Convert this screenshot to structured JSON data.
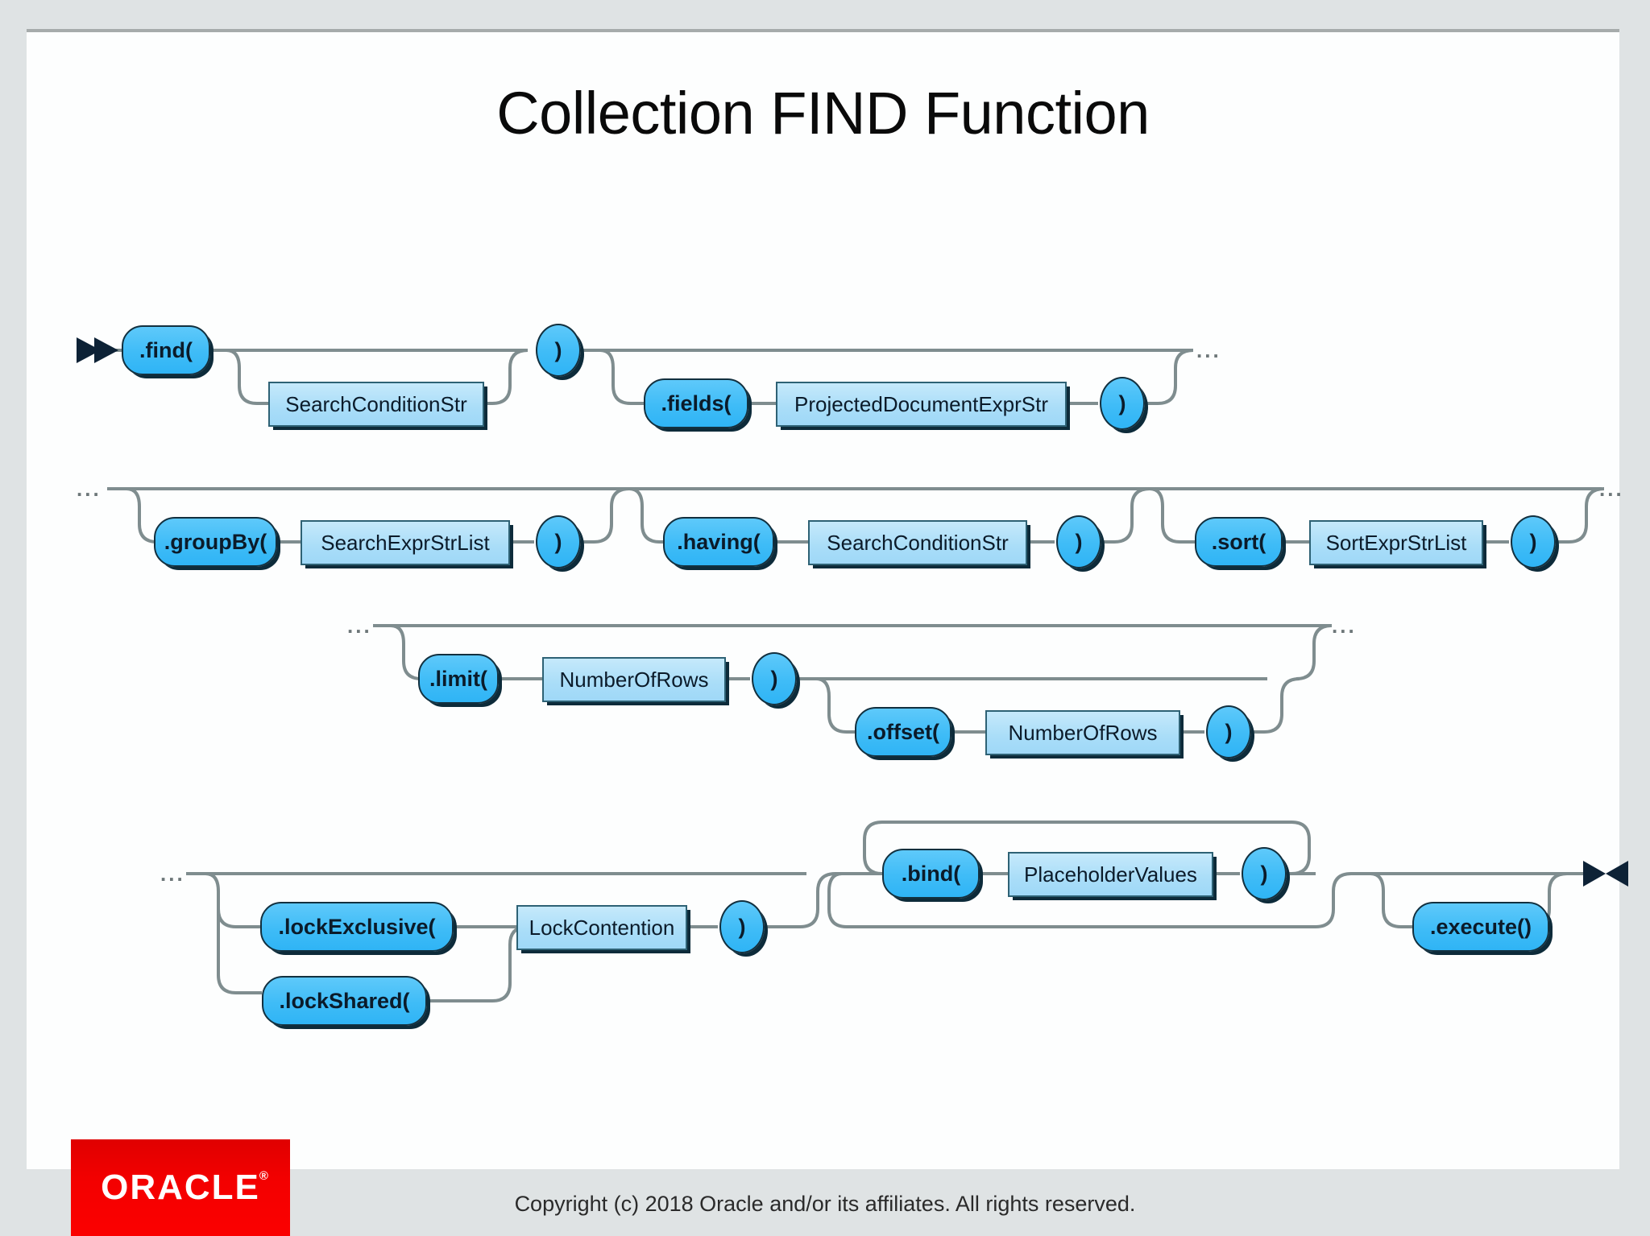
{
  "slide": {
    "title": "Collection FIND Function"
  },
  "footer": {
    "logo_text": "ORACLE",
    "logo_trademark": "®",
    "logo_color": "#f40000",
    "copyright": "Copyright (c) 2018 Oracle and/or its affiliates. All rights reserved."
  },
  "diagram": {
    "type": "railroad-syntax-diagram",
    "colors": {
      "keyword_fill": "#3fbcf7",
      "rule_fill": "#a9ddf8",
      "border": "#12303f",
      "track": "#808e90",
      "background": "#fdfefe"
    },
    "start_marker": "double-right-arrow",
    "end_marker": "bowtie-terminator",
    "continuation_symbol": "...",
    "rows": [
      {
        "id": "row-1",
        "nodes": [
          {
            "kind": "keyword",
            "label": ".find("
          },
          {
            "kind": "rule",
            "label": "SearchConditionStr"
          },
          {
            "kind": "paren",
            "label": ")"
          },
          {
            "kind": "keyword",
            "label": ".fields("
          },
          {
            "kind": "rule",
            "label": "ProjectedDocumentExprStr"
          },
          {
            "kind": "paren",
            "label": ")"
          }
        ]
      },
      {
        "id": "row-2",
        "nodes": [
          {
            "kind": "keyword",
            "label": ".groupBy("
          },
          {
            "kind": "rule",
            "label": "SearchExprStrList"
          },
          {
            "kind": "paren",
            "label": ")"
          },
          {
            "kind": "keyword",
            "label": ".having("
          },
          {
            "kind": "rule",
            "label": "SearchConditionStr"
          },
          {
            "kind": "paren",
            "label": ")"
          },
          {
            "kind": "keyword",
            "label": ".sort("
          },
          {
            "kind": "rule",
            "label": "SortExprStrList"
          },
          {
            "kind": "paren",
            "label": ")"
          }
        ]
      },
      {
        "id": "row-3",
        "nodes": [
          {
            "kind": "keyword",
            "label": ".limit("
          },
          {
            "kind": "rule",
            "label": "NumberOfRows"
          },
          {
            "kind": "paren",
            "label": ")"
          },
          {
            "kind": "keyword",
            "label": ".offset("
          },
          {
            "kind": "rule",
            "label": "NumberOfRows"
          },
          {
            "kind": "paren",
            "label": ")"
          }
        ]
      },
      {
        "id": "row-4",
        "nodes": [
          {
            "kind": "keyword",
            "label": ".lockExclusive("
          },
          {
            "kind": "keyword",
            "label": ".lockShared("
          },
          {
            "kind": "rule",
            "label": "LockContention"
          },
          {
            "kind": "paren",
            "label": ")"
          },
          {
            "kind": "keyword",
            "label": ".bind("
          },
          {
            "kind": "rule",
            "label": "PlaceholderValues"
          },
          {
            "kind": "paren",
            "label": ")"
          },
          {
            "kind": "keyword",
            "label": ".execute()"
          }
        ]
      }
    ]
  }
}
